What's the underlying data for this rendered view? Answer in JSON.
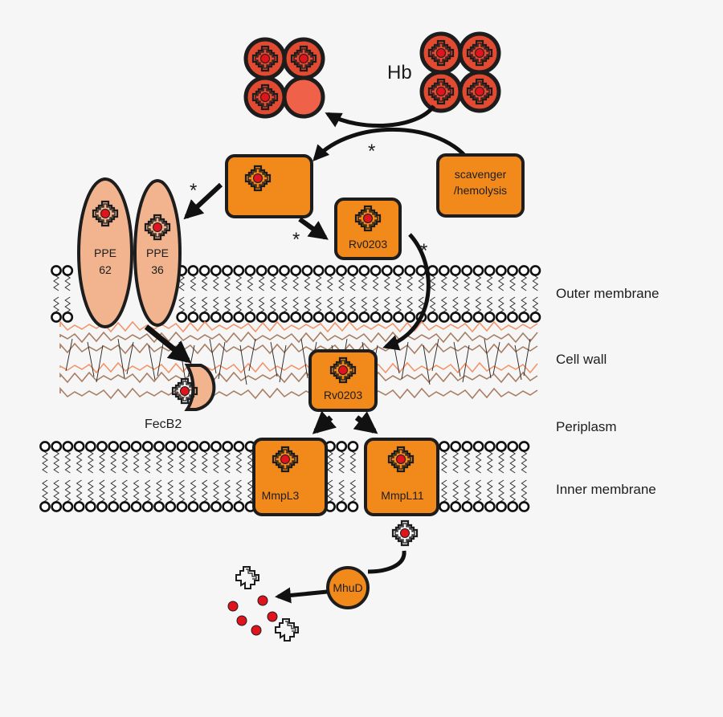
{
  "labels": {
    "hb": "Hb",
    "scavenger": [
      "scavenger",
      "/hemolysis"
    ],
    "rv0203_outer": "Rv0203",
    "rv0203_wall": "Rv0203",
    "ppe62": [
      "PPE",
      "62"
    ],
    "ppe36": [
      "PPE",
      "36"
    ],
    "fecb2": "FecB2",
    "mmpl3": "MmpL3",
    "mmpl11": "MmpL11",
    "mhud": "MhuD"
  },
  "regions": {
    "outer_membrane": "Outer membrane",
    "cell_wall": "Cell wall",
    "periplasm": "Periplasm",
    "inner_membrane": "Inner membrane"
  },
  "annotations": {
    "asterisk": "*"
  },
  "icons": [
    "heme-icon",
    "iron-ion-icon",
    "porphyrin-fragment-icon",
    "arrow-icon"
  ],
  "colors": {
    "protein_orange": "#f28a1b",
    "ppe_peach": "#f1b48e",
    "heme_red": "#e0141c",
    "hb_subunit": "#e24a32",
    "cell_wall_orange": "#f0956a",
    "cell_wall_brown": "#a87e63",
    "outline": "#1d1d1d"
  }
}
